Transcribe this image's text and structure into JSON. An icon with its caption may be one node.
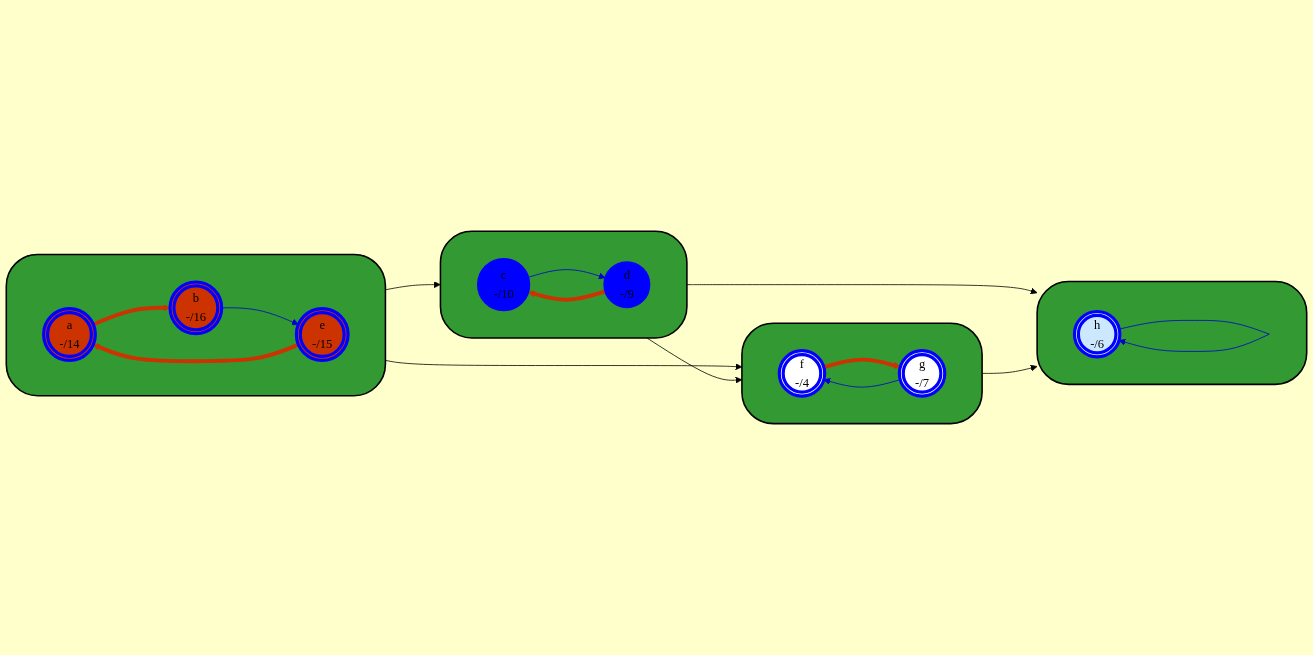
{
  "diagram": {
    "nodes": [
      {
        "text": [],
        "shape": "cloud"
      },
      {
        "text": [
          "a",
          "-/14"
        ],
        "in": 0
      },
      {
        "text": [
          "b",
          "-/16"
        ],
        "in": 0
      },
      {
        "text": [
          "e",
          "-/15"
        ],
        "in": 0
      },
      {
        "text": [],
        "shape": "cloud"
      },
      {
        "text": [
          "c",
          "-/10"
        ],
        "in": 4
      },
      {
        "text": [
          "d",
          "-/9"
        ],
        "in": 4
      },
      {
        "text": [],
        "shape": "cloud"
      },
      {
        "text": [
          "f",
          "-/4"
        ],
        "in": 7
      },
      {
        "text": [
          "g",
          "-/7"
        ],
        "in": 7
      },
      {
        "text": [],
        "shape": "cloud"
      },
      {
        "text": [
          "h",
          "-/6"
        ],
        "in": 10
      }
    ],
    "edges": [
      {
        "from": 1,
        "to": 2,
        "arrow": "to",
        "style": "thick",
        "color": "#cc3300"
      },
      {
        "from": 2,
        "to": 3,
        "arrow": "to",
        "color": "#0000cc"
      },
      {
        "from": 3,
        "to": 1,
        "arrow": "to",
        "style": "thick",
        "color": "#cc3300"
      },
      {
        "from": 5,
        "to": 6,
        "arrow": "to",
        "color": "#0000cc"
      },
      {
        "from": 6,
        "to": 5,
        "arrow": "to",
        "style": "thick",
        "color": "#cc3300"
      },
      {
        "from": 8,
        "to": 9,
        "arrow": "to",
        "style": "thick",
        "color": "#cc3300"
      },
      {
        "from": 9,
        "to": 8,
        "arrow": "to",
        "color": "#0000cc"
      },
      {
        "from": 11,
        "to": 11,
        "arrow": "to",
        "color": "#0000cc"
      },
      {
        "from": 0,
        "to": 4,
        "arrow": "to"
      },
      {
        "from": 0,
        "to": 7,
        "arrow": "to"
      },
      {
        "from": 4,
        "to": 7,
        "arrow": "to"
      },
      {
        "from": 4,
        "to": 10,
        "arrow": "to"
      },
      {
        "from": 7,
        "to": 10,
        "arrow": "to"
      }
    ]
  }
}
